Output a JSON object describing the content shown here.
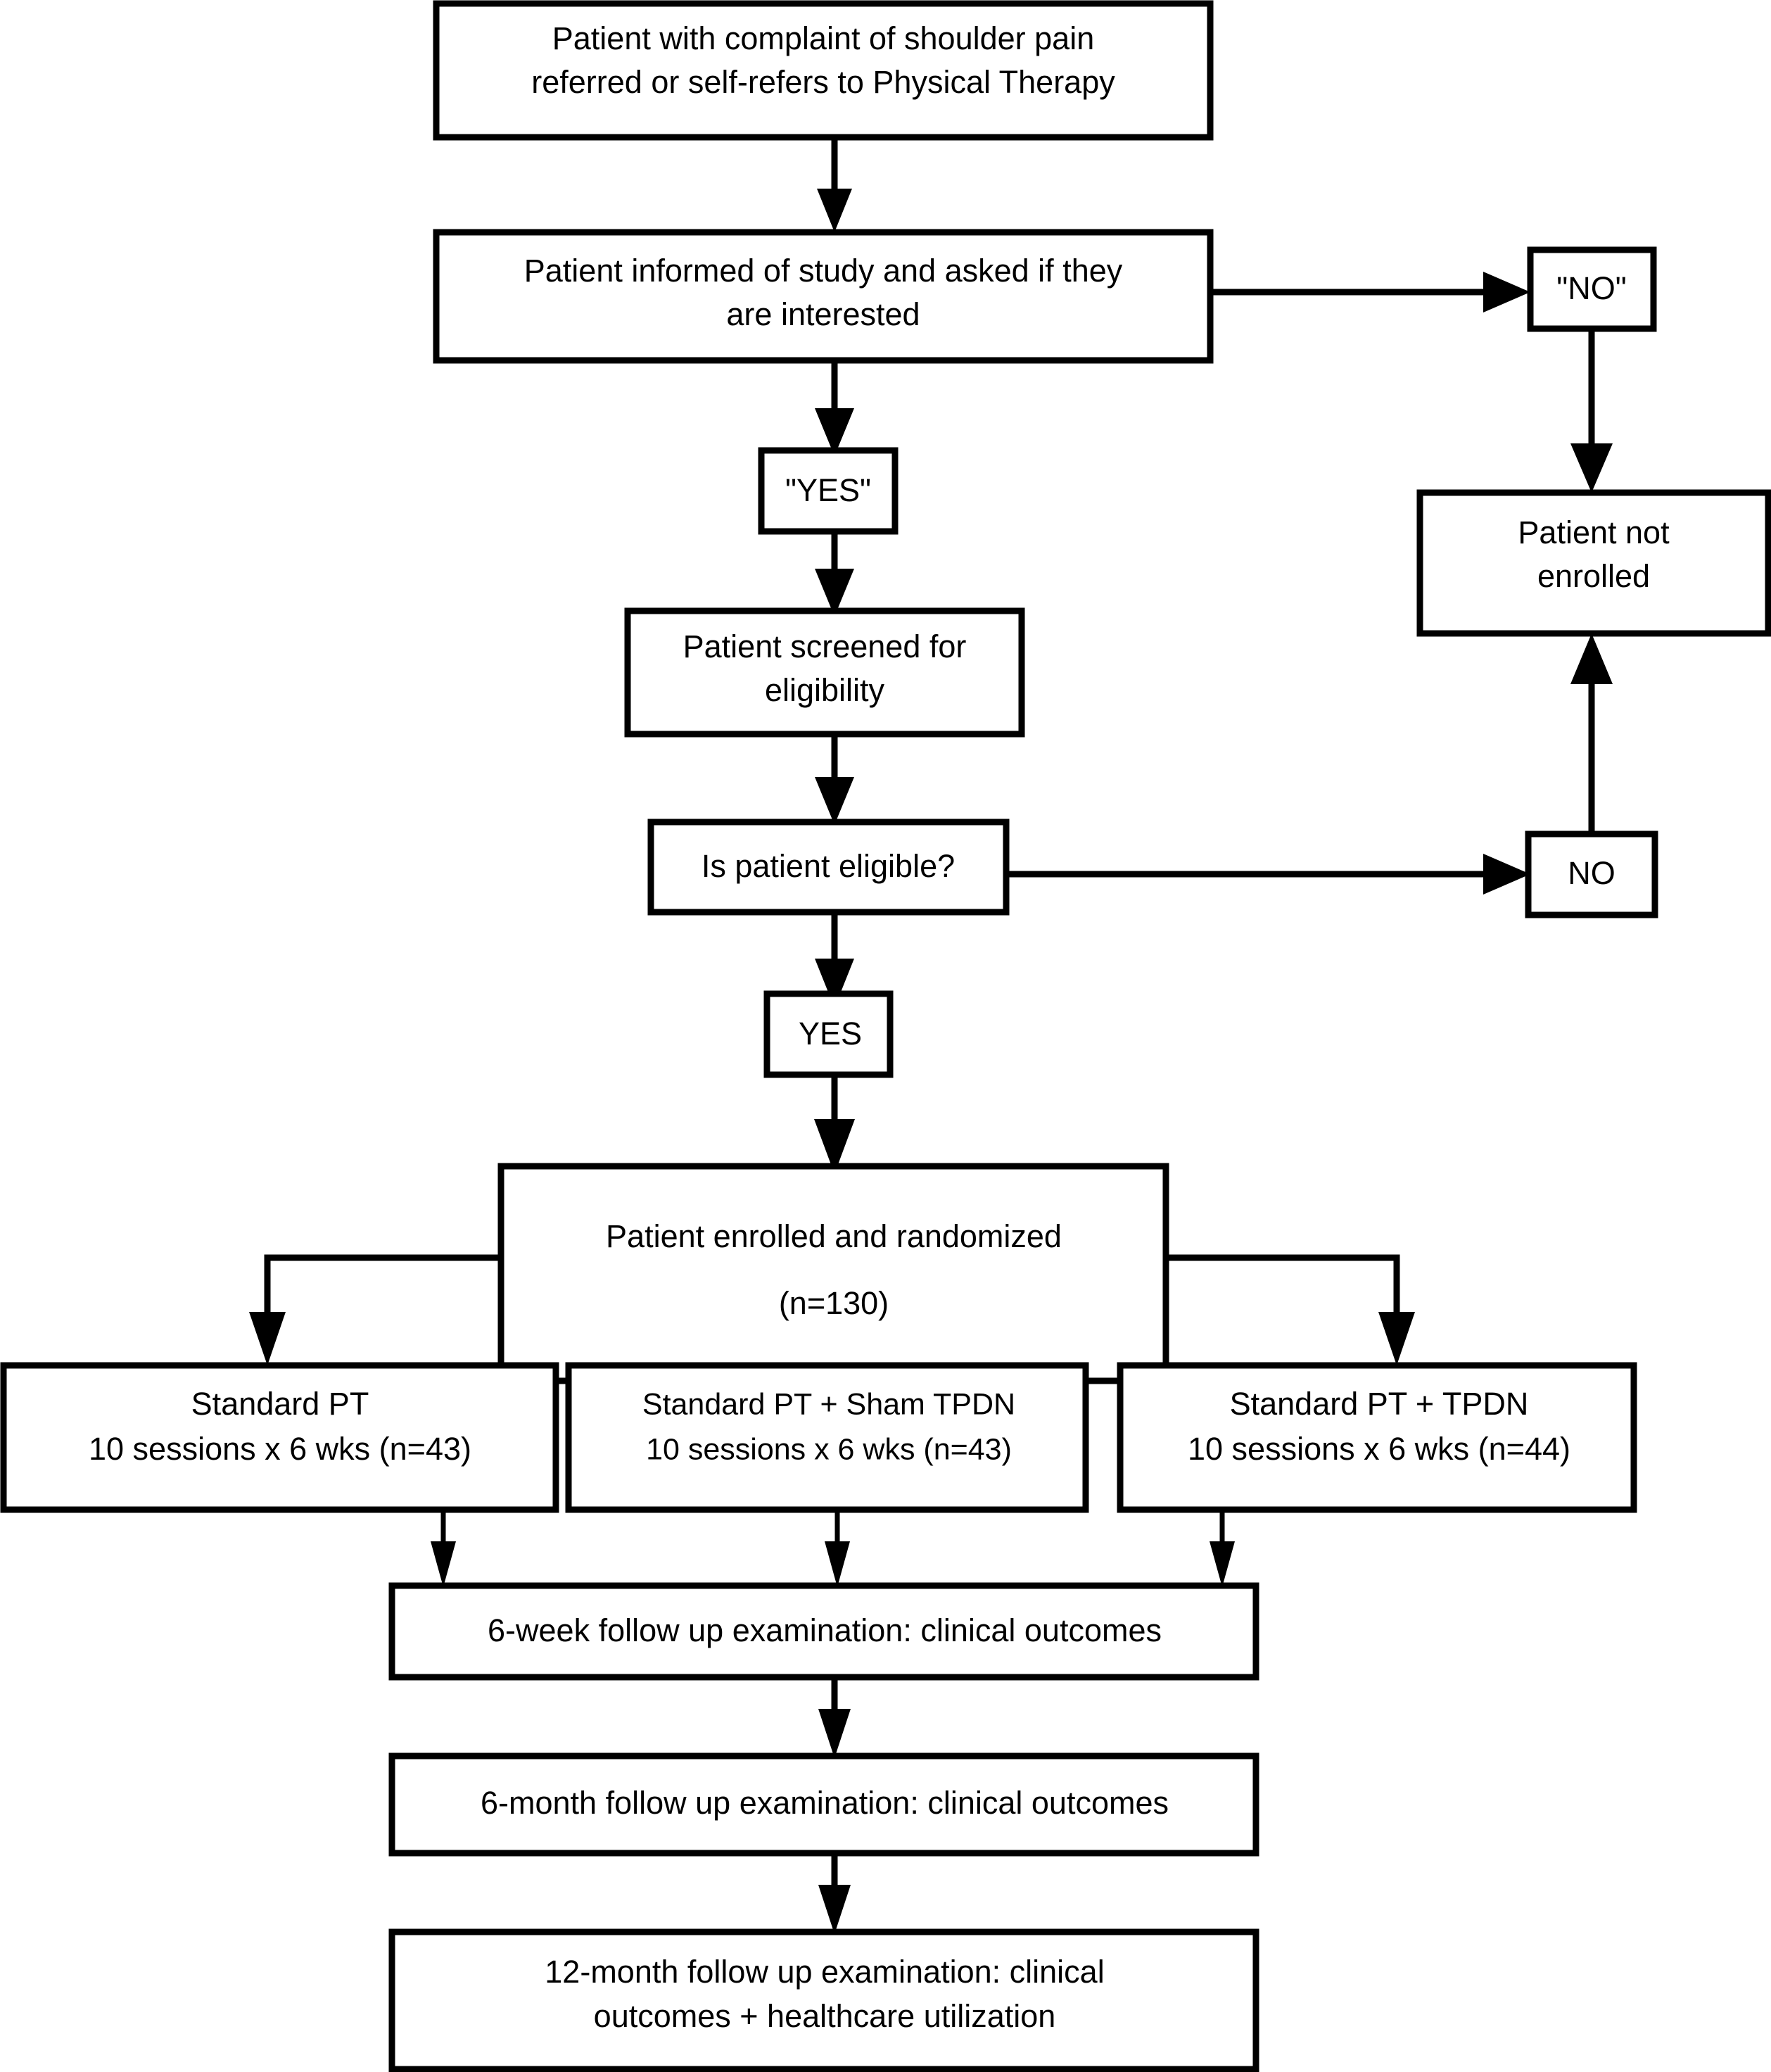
{
  "diagram": {
    "type": "flowchart",
    "title": "Participant flow diagram for shoulder pain trial",
    "colors": {
      "stroke": "#000000",
      "fill": "#ffffff",
      "text": "#000000"
    },
    "nodes": {
      "referral": {
        "line1": "Patient with complaint of shoulder pain",
        "line2": "referred or self-refers to Physical Therapy"
      },
      "informed": {
        "line1": "Patient informed of study and asked if they",
        "line2": "are interested"
      },
      "answer_no_quoted": {
        "line1": "\"NO\""
      },
      "not_enrolled": {
        "line1": "Patient not",
        "line2": "enrolled"
      },
      "answer_yes_quoted": {
        "line1": "\"YES\""
      },
      "screened": {
        "line1": "Patient screened for",
        "line2": "eligibility"
      },
      "eligible_decision": {
        "line1": "Is patient eligible?"
      },
      "answer_no": {
        "line1": "NO"
      },
      "answer_yes": {
        "line1": "YES"
      },
      "randomized": {
        "line1": "Patient enrolled and randomized",
        "line2": "(n=130)"
      },
      "arm_standard_pt": {
        "line1": "Standard PT",
        "line2": "10 sessions x 6 wks (n=43)"
      },
      "arm_sham_tpdn": {
        "line1": "Standard PT + Sham TPDN",
        "line2": "10 sessions x 6 wks (n=43)"
      },
      "arm_tpdn": {
        "line1": "Standard PT + TPDN",
        "line2": "10 sessions x 6 wks (n=44)"
      },
      "followup_6week": {
        "line1": "6-week follow up examination: clinical outcomes"
      },
      "followup_6month": {
        "line1": "6-month follow up examination: clinical outcomes"
      },
      "followup_12month": {
        "line1": "12-month follow up examination: clinical",
        "line2": "outcomes + healthcare utilization"
      }
    },
    "enrollment": {
      "total_randomized": 130,
      "arm_counts": [
        43,
        43,
        44
      ]
    }
  }
}
